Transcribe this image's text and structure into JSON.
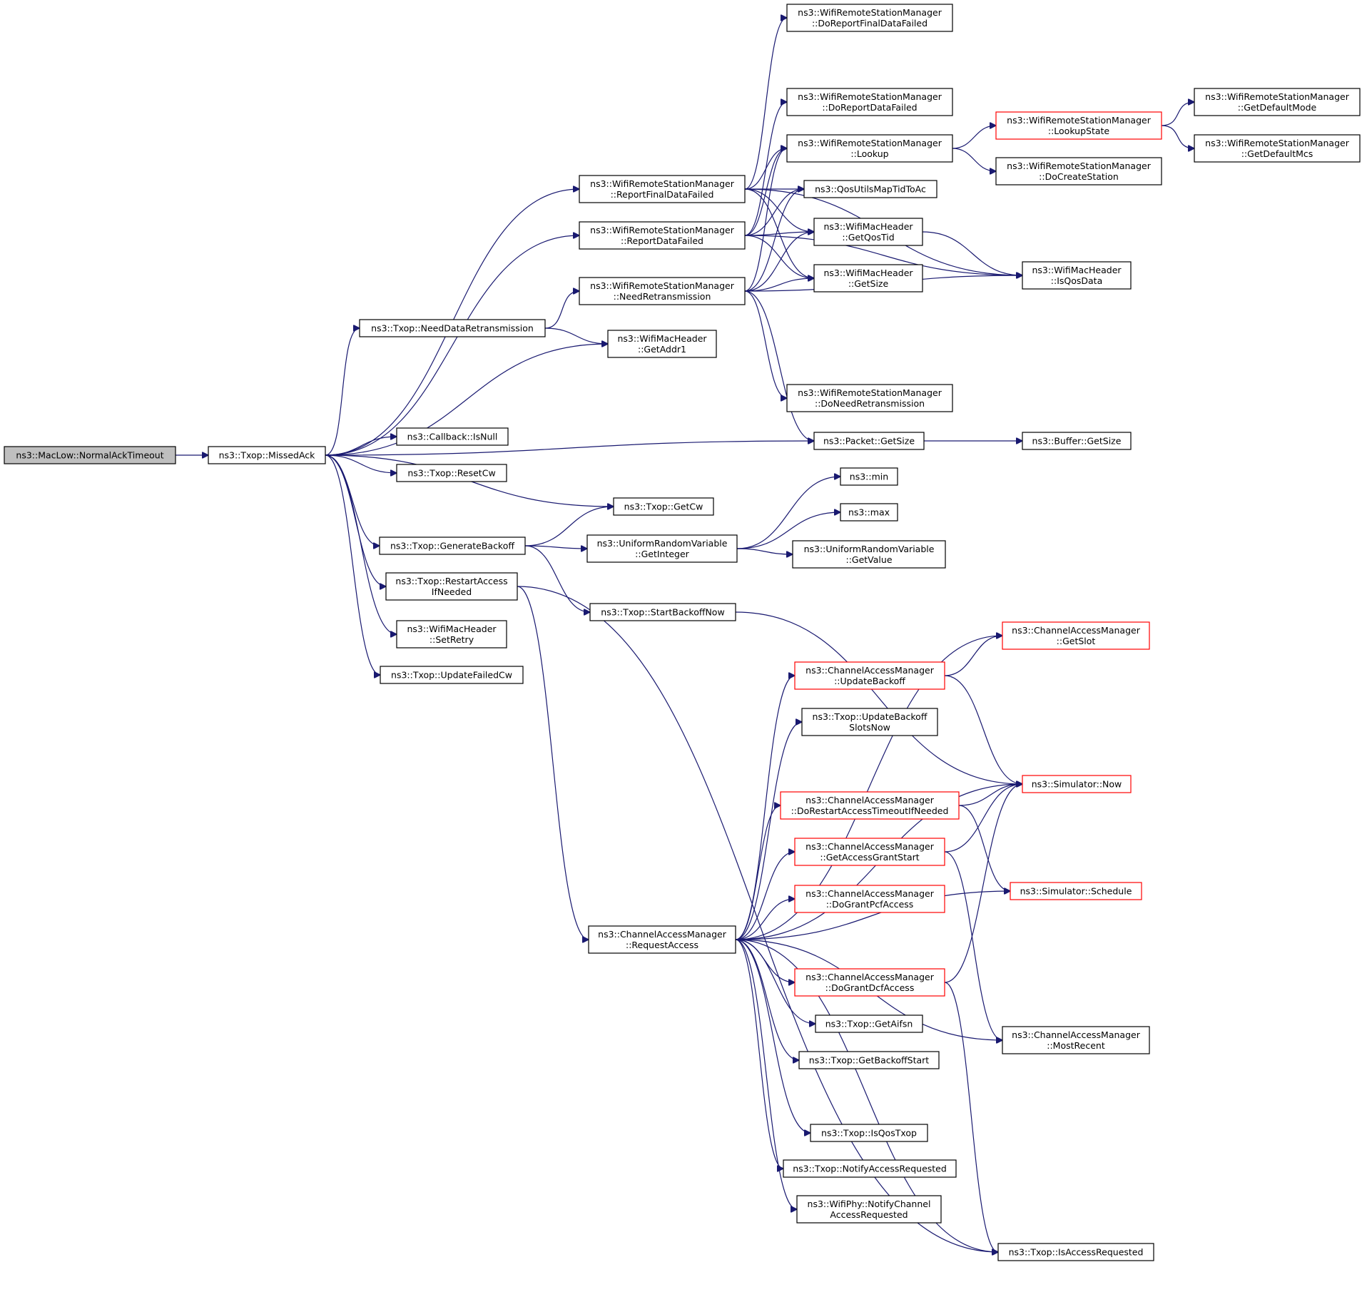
{
  "graph": {
    "title": "",
    "colors": {
      "edge": "#191970",
      "root_fill": "#bfbfbf",
      "truncated_border": "#ff0000",
      "border": "#000000"
    },
    "nodes": [
      {
        "id": "normalacktimeout",
        "lines": [
          "ns3::MacLow::NormalAckTimeout"
        ],
        "root": true
      },
      {
        "id": "missedack",
        "lines": [
          "ns3::Txop::MissedAck"
        ]
      },
      {
        "id": "reportfinaldatafailed",
        "lines": [
          "ns3::WifiRemoteStationManager",
          "::ReportFinalDataFailed"
        ]
      },
      {
        "id": "reportdatafailed",
        "lines": [
          "ns3::WifiRemoteStationManager",
          "::ReportDataFailed"
        ]
      },
      {
        "id": "needretransmission",
        "lines": [
          "ns3::WifiRemoteStationManager",
          "::NeedRetransmission"
        ]
      },
      {
        "id": "needdataretransmission",
        "lines": [
          "ns3::Txop::NeedDataRetransmission"
        ]
      },
      {
        "id": "getaddr1",
        "lines": [
          "ns3::WifiMacHeader",
          "::GetAddr1"
        ]
      },
      {
        "id": "isnull",
        "lines": [
          "ns3::Callback::IsNull"
        ]
      },
      {
        "id": "resetcw",
        "lines": [
          "ns3::Txop::ResetCw"
        ]
      },
      {
        "id": "getcw",
        "lines": [
          "ns3::Txop::GetCw"
        ]
      },
      {
        "id": "generatebackoff",
        "lines": [
          "ns3::Txop::GenerateBackoff"
        ]
      },
      {
        "id": "restartaccessifneeded",
        "lines": [
          "ns3::Txop::RestartAccess",
          "IfNeeded"
        ]
      },
      {
        "id": "setretry",
        "lines": [
          "ns3::WifiMacHeader",
          "::SetRetry"
        ]
      },
      {
        "id": "updatefailedcw",
        "lines": [
          "ns3::Txop::UpdateFailedCw"
        ]
      },
      {
        "id": "doreportfinaldatafailed",
        "lines": [
          "ns3::WifiRemoteStationManager",
          "::DoReportFinalDataFailed"
        ]
      },
      {
        "id": "doreportdatafailed",
        "lines": [
          "ns3::WifiRemoteStationManager",
          "::DoReportDataFailed"
        ]
      },
      {
        "id": "lookup",
        "lines": [
          "ns3::WifiRemoteStationManager",
          "::Lookup"
        ]
      },
      {
        "id": "qosutils",
        "lines": [
          "ns3::QosUtilsMapTidToAc"
        ]
      },
      {
        "id": "getqostid",
        "lines": [
          "ns3::WifiMacHeader",
          "::GetQosTid"
        ]
      },
      {
        "id": "hdrgetsize",
        "lines": [
          "ns3::WifiMacHeader",
          "::GetSize"
        ]
      },
      {
        "id": "doneedretransmission",
        "lines": [
          "ns3::WifiRemoteStationManager",
          "::DoNeedRetransmission"
        ]
      },
      {
        "id": "packetgetsize",
        "lines": [
          "ns3::Packet::GetSize"
        ]
      },
      {
        "id": "lookupstate",
        "lines": [
          "ns3::WifiRemoteStationManager",
          "::LookupState"
        ],
        "truncated": true
      },
      {
        "id": "docreatestation",
        "lines": [
          "ns3::WifiRemoteStationManager",
          "::DoCreateStation"
        ]
      },
      {
        "id": "isqosdata",
        "lines": [
          "ns3::WifiMacHeader",
          "::IsQosData"
        ]
      },
      {
        "id": "bufferget",
        "lines": [
          "ns3::Buffer::GetSize"
        ]
      },
      {
        "id": "getdefaultmode",
        "lines": [
          "ns3::WifiRemoteStationManager",
          "::GetDefaultMode"
        ]
      },
      {
        "id": "getdefaultmcs",
        "lines": [
          "ns3::WifiRemoteStationManager",
          "::GetDefaultMcs"
        ]
      },
      {
        "id": "getinteger",
        "lines": [
          "ns3::UniformRandomVariable",
          "::GetInteger"
        ]
      },
      {
        "id": "min",
        "lines": [
          "ns3::min"
        ]
      },
      {
        "id": "max",
        "lines": [
          "ns3::max"
        ]
      },
      {
        "id": "getvalue",
        "lines": [
          "ns3::UniformRandomVariable",
          "::GetValue"
        ]
      },
      {
        "id": "startbackoffnow",
        "lines": [
          "ns3::Txop::StartBackoffNow"
        ]
      },
      {
        "id": "requestaccess",
        "lines": [
          "ns3::ChannelAccessManager",
          "::RequestAccess"
        ]
      },
      {
        "id": "updatebackoff",
        "lines": [
          "ns3::ChannelAccessManager",
          "::UpdateBackoff"
        ],
        "truncated": true
      },
      {
        "id": "updatebackoffslotsnow",
        "lines": [
          "ns3::Txop::UpdateBackoff",
          "SlotsNow"
        ]
      },
      {
        "id": "dorestartaccess",
        "lines": [
          "ns3::ChannelAccessManager",
          "::DoRestartAccessTimeoutIfNeeded"
        ],
        "truncated": true
      },
      {
        "id": "getaccessgrantstart",
        "lines": [
          "ns3::ChannelAccessManager",
          "::GetAccessGrantStart"
        ],
        "truncated": true
      },
      {
        "id": "dograntpcfaccess",
        "lines": [
          "ns3::ChannelAccessManager",
          "::DoGrantPcfAccess"
        ],
        "truncated": true
      },
      {
        "id": "dograntdcfaccess",
        "lines": [
          "ns3::ChannelAccessManager",
          "::DoGrantDcfAccess"
        ],
        "truncated": true
      },
      {
        "id": "getaifsn",
        "lines": [
          "ns3::Txop::GetAifsn"
        ]
      },
      {
        "id": "getbackoffstart",
        "lines": [
          "ns3::Txop::GetBackoffStart"
        ]
      },
      {
        "id": "isqostxop",
        "lines": [
          "ns3::Txop::IsQosTxop"
        ]
      },
      {
        "id": "notifyaccessrequested",
        "lines": [
          "ns3::Txop::NotifyAccessRequested"
        ]
      },
      {
        "id": "phynotify",
        "lines": [
          "ns3::WifiPhy::NotifyChannel",
          "AccessRequested"
        ]
      },
      {
        "id": "getslot",
        "lines": [
          "ns3::ChannelAccessManager",
          "::GetSlot"
        ],
        "truncated": true
      },
      {
        "id": "simnow",
        "lines": [
          "ns3::Simulator::Now"
        ],
        "truncated": true
      },
      {
        "id": "schedule",
        "lines": [
          "ns3::Simulator::Schedule"
        ],
        "truncated": true
      },
      {
        "id": "mostrecent",
        "lines": [
          "ns3::ChannelAccessManager",
          "::MostRecent"
        ]
      },
      {
        "id": "isaccessrequested",
        "lines": [
          "ns3::Txop::IsAccessRequested"
        ]
      }
    ],
    "edges": [
      [
        "normalacktimeout",
        "missedack"
      ],
      [
        "missedack",
        "reportfinaldatafailed"
      ],
      [
        "missedack",
        "reportdatafailed"
      ],
      [
        "missedack",
        "needdataretransmission"
      ],
      [
        "missedack",
        "getaddr1"
      ],
      [
        "missedack",
        "packetgetsize"
      ],
      [
        "missedack",
        "isnull"
      ],
      [
        "missedack",
        "resetcw"
      ],
      [
        "missedack",
        "getcw"
      ],
      [
        "missedack",
        "generatebackoff"
      ],
      [
        "missedack",
        "restartaccessifneeded"
      ],
      [
        "missedack",
        "setretry"
      ],
      [
        "missedack",
        "updatefailedcw"
      ],
      [
        "reportfinaldatafailed",
        "doreportfinaldatafailed"
      ],
      [
        "reportfinaldatafailed",
        "isqosdata"
      ],
      [
        "reportfinaldatafailed",
        "lookup"
      ],
      [
        "reportfinaldatafailed",
        "qosutils"
      ],
      [
        "reportfinaldatafailed",
        "getqostid"
      ],
      [
        "reportfinaldatafailed",
        "hdrgetsize"
      ],
      [
        "reportdatafailed",
        "doreportdatafailed"
      ],
      [
        "reportdatafailed",
        "lookup"
      ],
      [
        "reportdatafailed",
        "qosutils"
      ],
      [
        "reportdatafailed",
        "getqostid"
      ],
      [
        "reportdatafailed",
        "hdrgetsize"
      ],
      [
        "reportdatafailed",
        "isqosdata"
      ],
      [
        "needretransmission",
        "lookup"
      ],
      [
        "needretransmission",
        "qosutils"
      ],
      [
        "needretransmission",
        "getqostid"
      ],
      [
        "needretransmission",
        "hdrgetsize"
      ],
      [
        "needretransmission",
        "isqosdata"
      ],
      [
        "needretransmission",
        "doneedretransmission"
      ],
      [
        "needretransmission",
        "packetgetsize"
      ],
      [
        "needdataretransmission",
        "needretransmission"
      ],
      [
        "needdataretransmission",
        "getaddr1"
      ],
      [
        "lookup",
        "lookupstate"
      ],
      [
        "lookup",
        "docreatestation"
      ],
      [
        "lookupstate",
        "getdefaultmode"
      ],
      [
        "lookupstate",
        "getdefaultmcs"
      ],
      [
        "getqostid",
        "isqosdata"
      ],
      [
        "packetgetsize",
        "bufferget"
      ],
      [
        "generatebackoff",
        "getcw"
      ],
      [
        "generatebackoff",
        "getinteger"
      ],
      [
        "generatebackoff",
        "startbackoffnow"
      ],
      [
        "getinteger",
        "min"
      ],
      [
        "getinteger",
        "max"
      ],
      [
        "getinteger",
        "getvalue"
      ],
      [
        "startbackoffnow",
        "simnow"
      ],
      [
        "restartaccessifneeded",
        "requestaccess"
      ],
      [
        "restartaccessifneeded",
        "isaccessrequested"
      ],
      [
        "requestaccess",
        "getslot"
      ],
      [
        "requestaccess",
        "updatebackoff"
      ],
      [
        "requestaccess",
        "updatebackoffslotsnow"
      ],
      [
        "requestaccess",
        "simnow"
      ],
      [
        "requestaccess",
        "dorestartaccess"
      ],
      [
        "requestaccess",
        "getaccessgrantstart"
      ],
      [
        "requestaccess",
        "dograntpcfaccess"
      ],
      [
        "requestaccess",
        "schedule"
      ],
      [
        "requestaccess",
        "dograntdcfaccess"
      ],
      [
        "requestaccess",
        "getaifsn"
      ],
      [
        "requestaccess",
        "getbackoffstart"
      ],
      [
        "requestaccess",
        "mostrecent"
      ],
      [
        "requestaccess",
        "isqostxop"
      ],
      [
        "requestaccess",
        "notifyaccessrequested"
      ],
      [
        "requestaccess",
        "phynotify"
      ],
      [
        "requestaccess",
        "isaccessrequested"
      ],
      [
        "updatebackoff",
        "getslot"
      ],
      [
        "updatebackoff",
        "simnow"
      ],
      [
        "dorestartaccess",
        "simnow"
      ],
      [
        "dorestartaccess",
        "schedule"
      ],
      [
        "getaccessgrantstart",
        "simnow"
      ],
      [
        "getaccessgrantstart",
        "mostrecent"
      ],
      [
        "dograntdcfaccess",
        "simnow"
      ],
      [
        "dograntdcfaccess",
        "isaccessrequested"
      ]
    ]
  }
}
